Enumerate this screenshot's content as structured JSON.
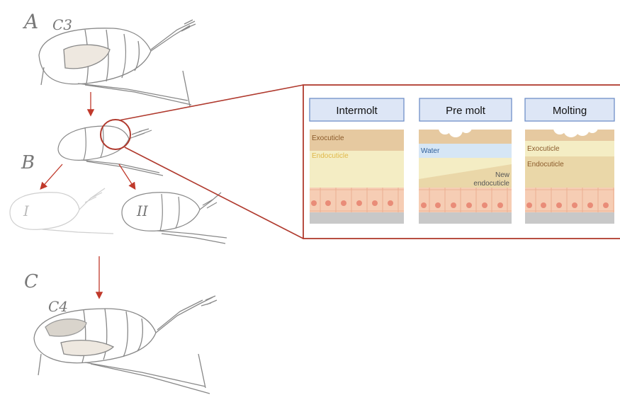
{
  "stages": {
    "a": {
      "letter": "A",
      "instar": "C3"
    },
    "b": {
      "letter": "B",
      "sub_i": "I",
      "sub_ii": "II"
    },
    "c": {
      "letter": "C",
      "instar": "C4"
    }
  },
  "panels": [
    {
      "title": "Intermolt",
      "layers": [
        "Exocuticle",
        "Endocuticle"
      ]
    },
    {
      "title": "Pre molt",
      "layers": [
        "Water",
        "New",
        "endocuticle"
      ]
    },
    {
      "title": "Molting",
      "layers": [
        "Exocuticle",
        "Endocuticle"
      ]
    }
  ],
  "colors": {
    "arrow": "#c0392b",
    "callout": "#b03a2e",
    "exo": "#e6c9a0",
    "endo": "#f4edc4",
    "water": "#d6e6f5",
    "cells": "#f6cdb4",
    "nucleus": "#e98c78",
    "base": "#c8c8c8",
    "title_box": "#dde6f6",
    "title_border": "#6f8fc8",
    "exo_text": "#8a5a2a",
    "endo_text": "#e0b84a",
    "water_text": "#2f5f9a"
  }
}
